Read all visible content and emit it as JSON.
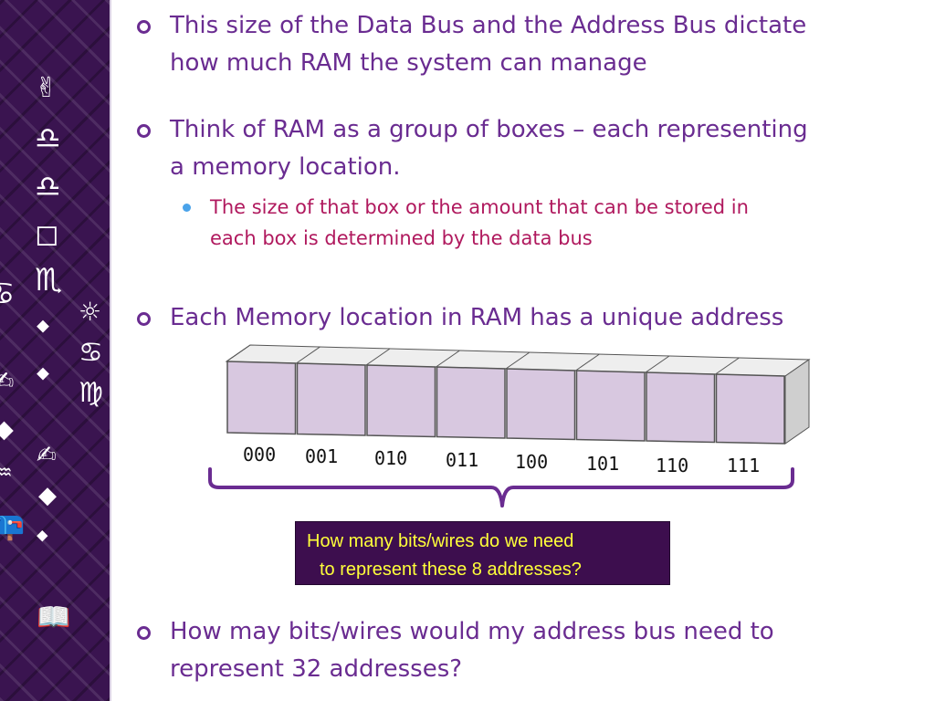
{
  "sidebar": {
    "glyphs": [
      "✌",
      "♎",
      "♎",
      "◻",
      "♏",
      "♋",
      "☼",
      "♋",
      "♍",
      "⬥",
      "⬥",
      "✍",
      "⬥",
      "✍",
      "◆",
      "♒",
      "⬥",
      "📪",
      "📖"
    ]
  },
  "bullets": [
    {
      "lines": [
        "This size of the Data Bus and the Address Bus dictate",
        "how much RAM the system can manage"
      ]
    },
    {
      "lines": [
        "Think of RAM as a group of boxes – each representing",
        "a memory location."
      ]
    },
    {
      "lines": [
        "Each Memory location in RAM has a unique address"
      ]
    },
    {
      "lines": [
        "How may bits/wires would my address bus need to",
        "represent 32 addresses?"
      ]
    }
  ],
  "sub_bullet": {
    "lines": [
      "The size of that box or the amount that can be stored in",
      "each box is determined by the data bus"
    ]
  },
  "memory_boxes": {
    "addresses": [
      "000",
      "001",
      "010",
      "011",
      "100",
      "101",
      "110",
      "111"
    ],
    "face_color": "#d8c8e0",
    "top_color": "#eeeeee",
    "side_color": "#cfcfcf",
    "stroke_color": "#555555"
  },
  "question_box": {
    "lines": [
      "How many bits/wires do we need",
      "to represent these 8 addresses?"
    ]
  },
  "colors": {
    "heading_text": "#6a2c91",
    "sub_text": "#b0195e",
    "sub_dot": "#4aa3ea",
    "brace": "#6a2c91",
    "question_bg": "#3d0e4e",
    "question_text": "#ffff3a"
  }
}
